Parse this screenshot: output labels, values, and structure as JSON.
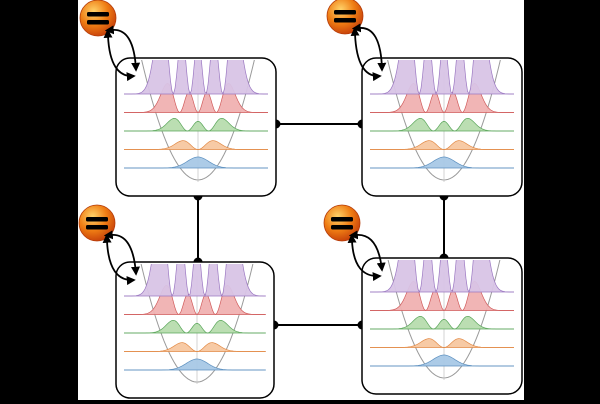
{
  "diagram": {
    "description_visible_text": "",
    "nodes": [
      {
        "id": "top-left",
        "bath": "left"
      },
      {
        "id": "top-right",
        "bath": "left"
      },
      {
        "id": "bottom-left",
        "bath": "left"
      },
      {
        "id": "bottom-right",
        "bath": "left"
      }
    ],
    "edges": [
      [
        "top-left",
        "top-right"
      ],
      [
        "top-left",
        "bottom-left"
      ],
      [
        "bottom-left",
        "bottom-right"
      ],
      [
        "top-right",
        "bottom-right"
      ]
    ],
    "levels": [
      {
        "n": 0,
        "color": "#a8c8e6",
        "line": "#5b8fbf"
      },
      {
        "n": 1,
        "color": "#f7c7a0",
        "line": "#e28a46"
      },
      {
        "n": 2,
        "color": "#b7dcae",
        "line": "#5aa65a"
      },
      {
        "n": 3,
        "color": "#f0b1b1",
        "line": "#d05b5b"
      },
      {
        "n": 4,
        "color": "#d8c4e6",
        "line": "#9b78c2"
      }
    ],
    "colors": {
      "background": "#ffffff",
      "outside": "#000000",
      "box_stroke": "#000000",
      "bath_fill": "#ef7d14",
      "bath_highlight": "#ffd36a",
      "connector": "#000000",
      "potential": "#9a9a9a"
    },
    "icon_names": {
      "bath": "heat-bath-equals-icon",
      "coupling_arrow": "double-curved-arrow-icon"
    }
  }
}
